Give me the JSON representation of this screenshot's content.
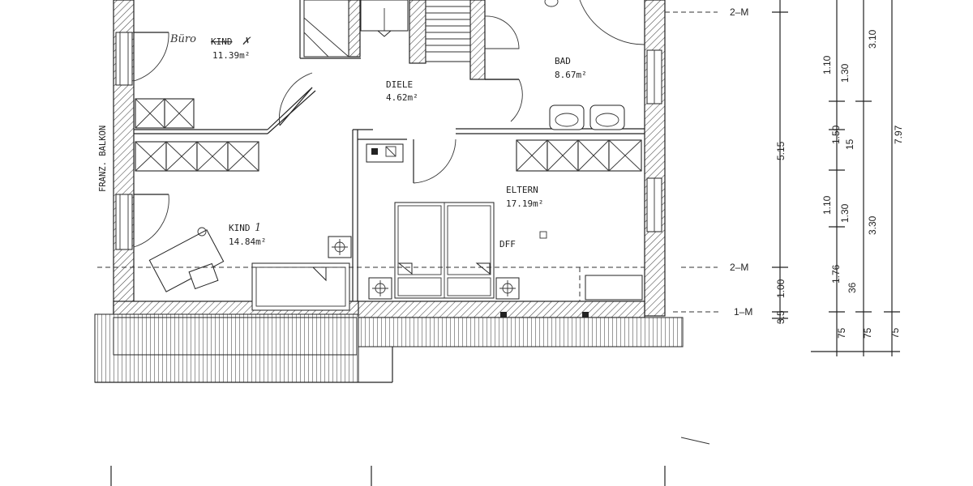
{
  "rooms": {
    "buero": {
      "handwritten": "Büro",
      "label": "KIND",
      "area": "11.39m²"
    },
    "diele": {
      "label": "DIELE",
      "area": "4.62m²"
    },
    "bad": {
      "label": "BAD",
      "area": "8.67m²"
    },
    "kind": {
      "label": "KIND",
      "number": "1",
      "area": "14.84m²"
    },
    "eltern": {
      "label": "ELTERN",
      "area": "17.19m²"
    }
  },
  "annotations": {
    "balkon": "FRANZ. BALKON",
    "dff": "DFF"
  },
  "levels": {
    "top": "2–M",
    "middle": "2–M",
    "bottom": "1–M"
  },
  "dimensions": {
    "inner_column": [
      "1.10",
      "1.30",
      "1.50",
      "15",
      "1.10",
      "1.30",
      "1.76",
      "36"
    ],
    "middle_column": [
      "3.10",
      "3.30"
    ],
    "main_column": [
      "5.15",
      "1.00",
      "3.5"
    ],
    "total": "7.97",
    "eaves": [
      "75",
      "75",
      "75"
    ]
  }
}
